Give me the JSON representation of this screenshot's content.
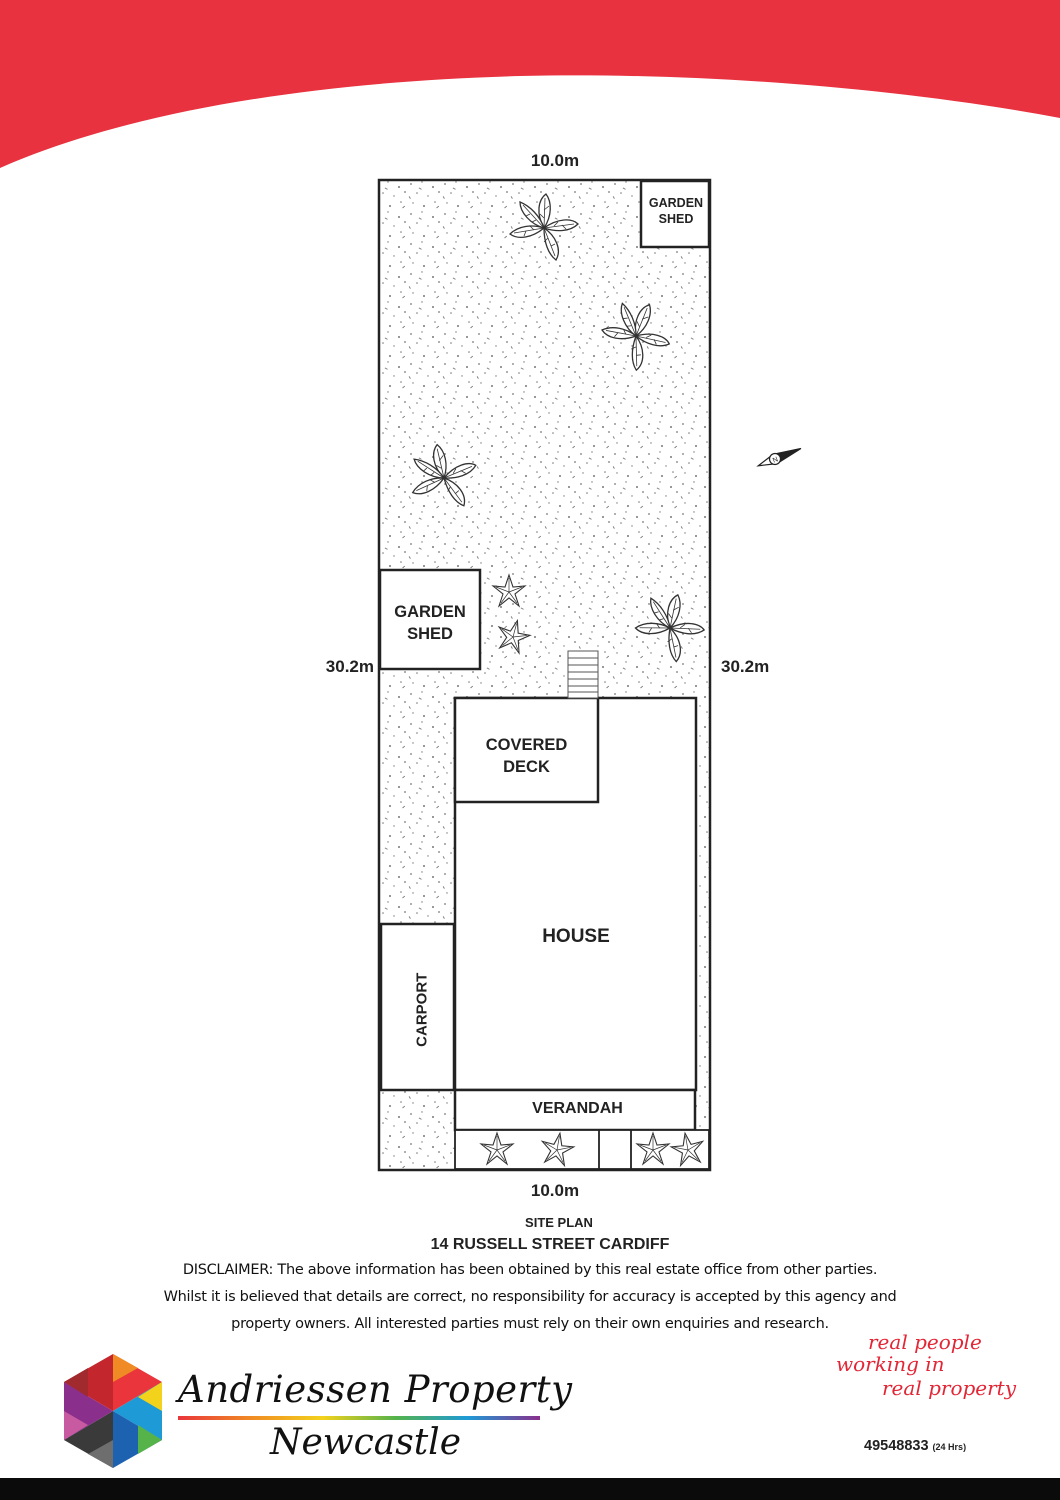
{
  "plan": {
    "dim_top": "10.0m",
    "dim_bottom": "10.0m",
    "dim_left": "30.2m",
    "dim_right": "30.2m",
    "rooms": {
      "garden_shed_small_1": "GARDEN",
      "garden_shed_small_2": "SHED",
      "garden_shed_large_1": "GARDEN",
      "garden_shed_large_2": "SHED",
      "covered_deck_1": "COVERED",
      "covered_deck_2": "DECK",
      "house": "HOUSE",
      "carport": "CARPORT",
      "verandah": "VERANDAH"
    }
  },
  "caption": {
    "site_plan": "SITE PLAN",
    "address": "14 RUSSELL STREET CARDIFF"
  },
  "disclaimer": {
    "line1": "DISCLAIMER: The above information has been obtained by this real estate office from other parties.",
    "line2": "Whilst it is believed that details are correct, no responsibility for accuracy is accepted by this agency and",
    "line3": "property owners. All interested parties must rely on their own enquiries and research."
  },
  "brand": {
    "name": "Andriessen Property",
    "location": "Newcastle",
    "tagline_1": "real people",
    "tagline_2": "working in",
    "tagline_3": "real property",
    "phone": "49548833",
    "phone_note": "(24 Hrs)"
  },
  "colors": {
    "banner_red": "#e8323f",
    "tagline_red": "#e32636",
    "footer_black": "#0b0b0b"
  }
}
